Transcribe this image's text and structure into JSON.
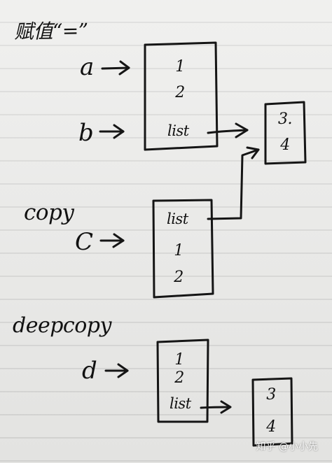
{
  "title": "赋值“=”",
  "sections": {
    "copy": "copy",
    "deepcopy": "deepcopy"
  },
  "variables": {
    "a": "a",
    "b": "b",
    "c": "C",
    "d": "d"
  },
  "assignment_object": {
    "values": [
      "1",
      "2",
      "list"
    ]
  },
  "shared_list": {
    "values": [
      "3.",
      "4"
    ]
  },
  "copy_object": {
    "values": [
      "list",
      "1",
      "2"
    ]
  },
  "deepcopy_object": {
    "values": [
      "1",
      "2",
      "list"
    ]
  },
  "deep_list": {
    "values": [
      "3",
      "4"
    ]
  },
  "watermark": "知乎 @小小先"
}
